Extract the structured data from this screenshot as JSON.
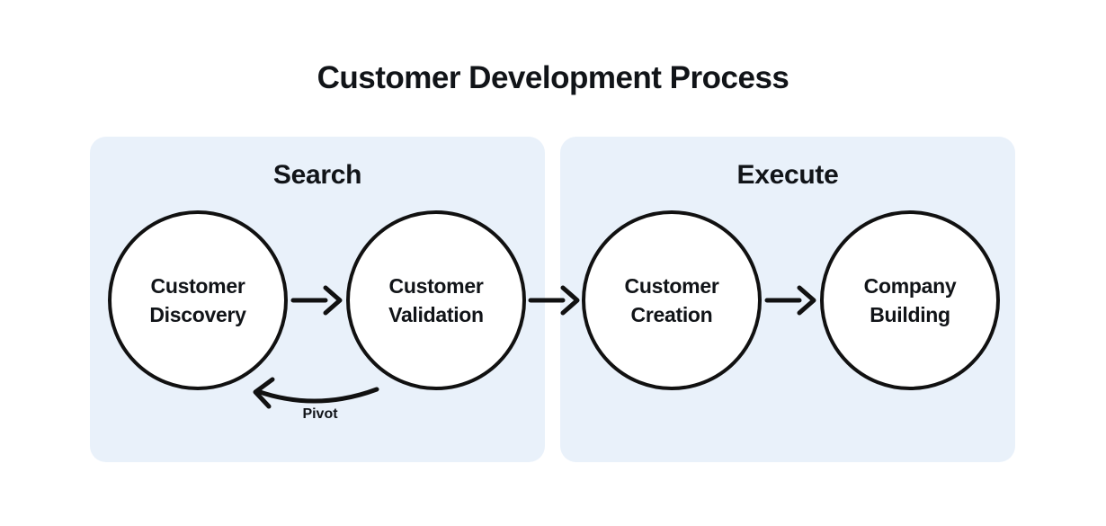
{
  "title": "Customer Development Process",
  "colors": {
    "background": "#ffffff",
    "panel_bg": "#e9f1fa",
    "node_fill": "#ffffff",
    "stroke": "#111111",
    "text": "#111418"
  },
  "sections": [
    {
      "label": "Search",
      "nodes": [
        {
          "line1": "Customer",
          "line2": "Discovery"
        },
        {
          "line1": "Customer",
          "line2": "Validation"
        }
      ],
      "pivot_label": "Pivot"
    },
    {
      "label": "Execute",
      "nodes": [
        {
          "line1": "Customer",
          "line2": "Creation"
        },
        {
          "line1": "Company",
          "line2": "Building"
        }
      ]
    }
  ],
  "arrows": [
    {
      "name": "arrow-discovery-to-validation",
      "type": "straight"
    },
    {
      "name": "arrow-validation-to-creation",
      "type": "straight"
    },
    {
      "name": "arrow-creation-to-building",
      "type": "straight"
    },
    {
      "name": "pivot-arrow",
      "type": "curved-back"
    }
  ]
}
